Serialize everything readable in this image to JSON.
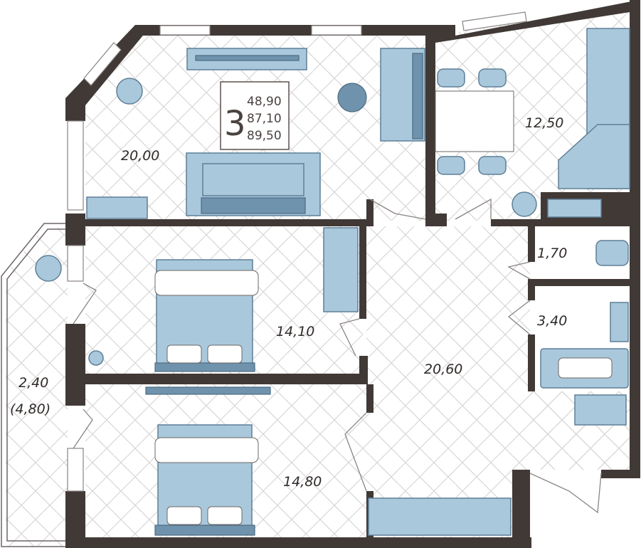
{
  "plan": {
    "rooms_count": "3",
    "areas": {
      "living": "48,90",
      "total": "87,10",
      "total_with_balcony": "89,50"
    }
  },
  "rooms": {
    "living_room": "20,00",
    "kitchen": "12,50",
    "toilet": "1,70",
    "bathroom": "3,40",
    "bedroom_1": "14,10",
    "hall": "20,60",
    "bedroom_2": "14,80",
    "balcony": "2,40",
    "balcony_full": "(4,80)"
  },
  "colors": {
    "wall": "#403936",
    "furniture_light": "#a9c8dc",
    "furniture_dark": "#6f93ad"
  }
}
